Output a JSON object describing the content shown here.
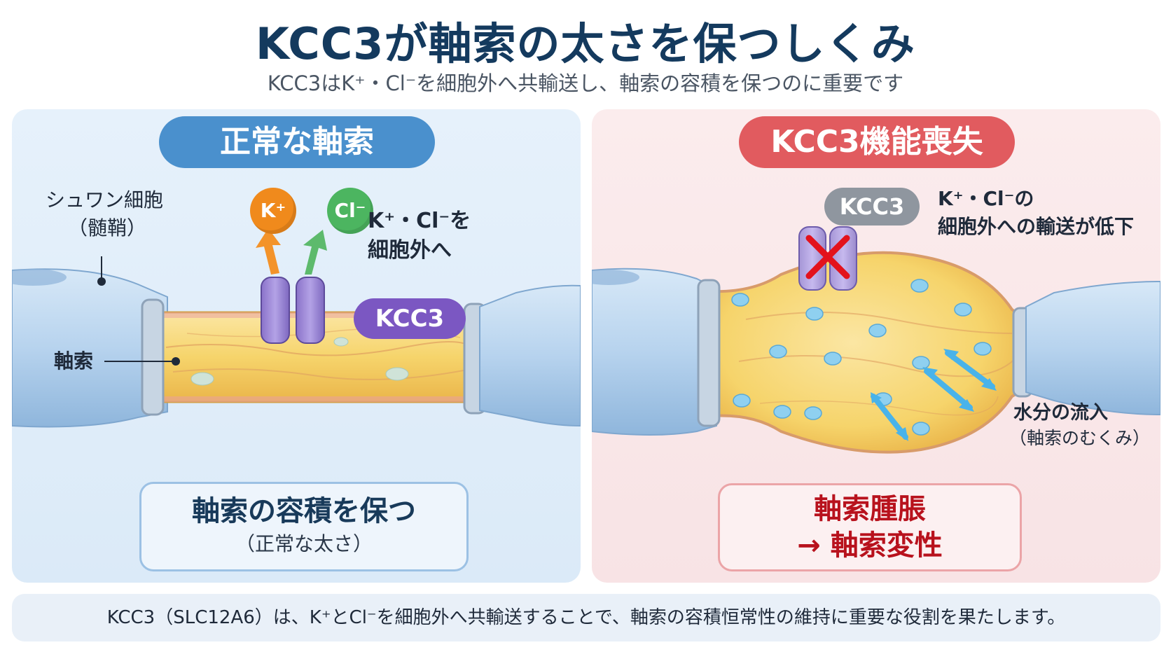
{
  "header": {
    "title": "KCC3が軸索の太さを保つしくみ",
    "subtitle": "KCC3はK⁺・Cl⁻を細胞外へ共輸送し、軸索の容積を保つのに重要です"
  },
  "normal_panel": {
    "heading": "正常な軸索",
    "schwann_label_1": "シュワン細胞",
    "schwann_label_2": "（髄鞘）",
    "axon_label": "軸索",
    "ion_k": "K⁺",
    "ion_cl": "Cl⁻",
    "transport_label_1": "K⁺・Cl⁻を",
    "transport_label_2": "細胞外へ",
    "transporter_label": "KCC3",
    "result_main": "軸索の容積を保つ",
    "result_sub": "（正常な太さ）"
  },
  "loss_panel": {
    "heading": "KCC3機能喪失",
    "transporter_label": "KCC3",
    "transport_label_1": "K⁺・Cl⁻の",
    "transport_label_2": "細胞外への輸送が低下",
    "water_label_1": "水分の流入",
    "water_label_2": "（軸索のむくみ）",
    "result_line_1": "軸索腫脹",
    "result_line_2": "→ 軸索変性"
  },
  "footer": {
    "text": "KCC3（SLC12A6）は、K⁺とCl⁻を細胞外へ共輸送することで、軸索の容積恒常性の維持に重要な役割を果たします。"
  },
  "colors": {
    "title": "#143a5e",
    "normal_accent": "#4a90cd",
    "loss_accent": "#e15b5f",
    "transporter": "#9b86d8",
    "axoplasm": "#f8d876",
    "myelin": "#bcd8f0"
  }
}
